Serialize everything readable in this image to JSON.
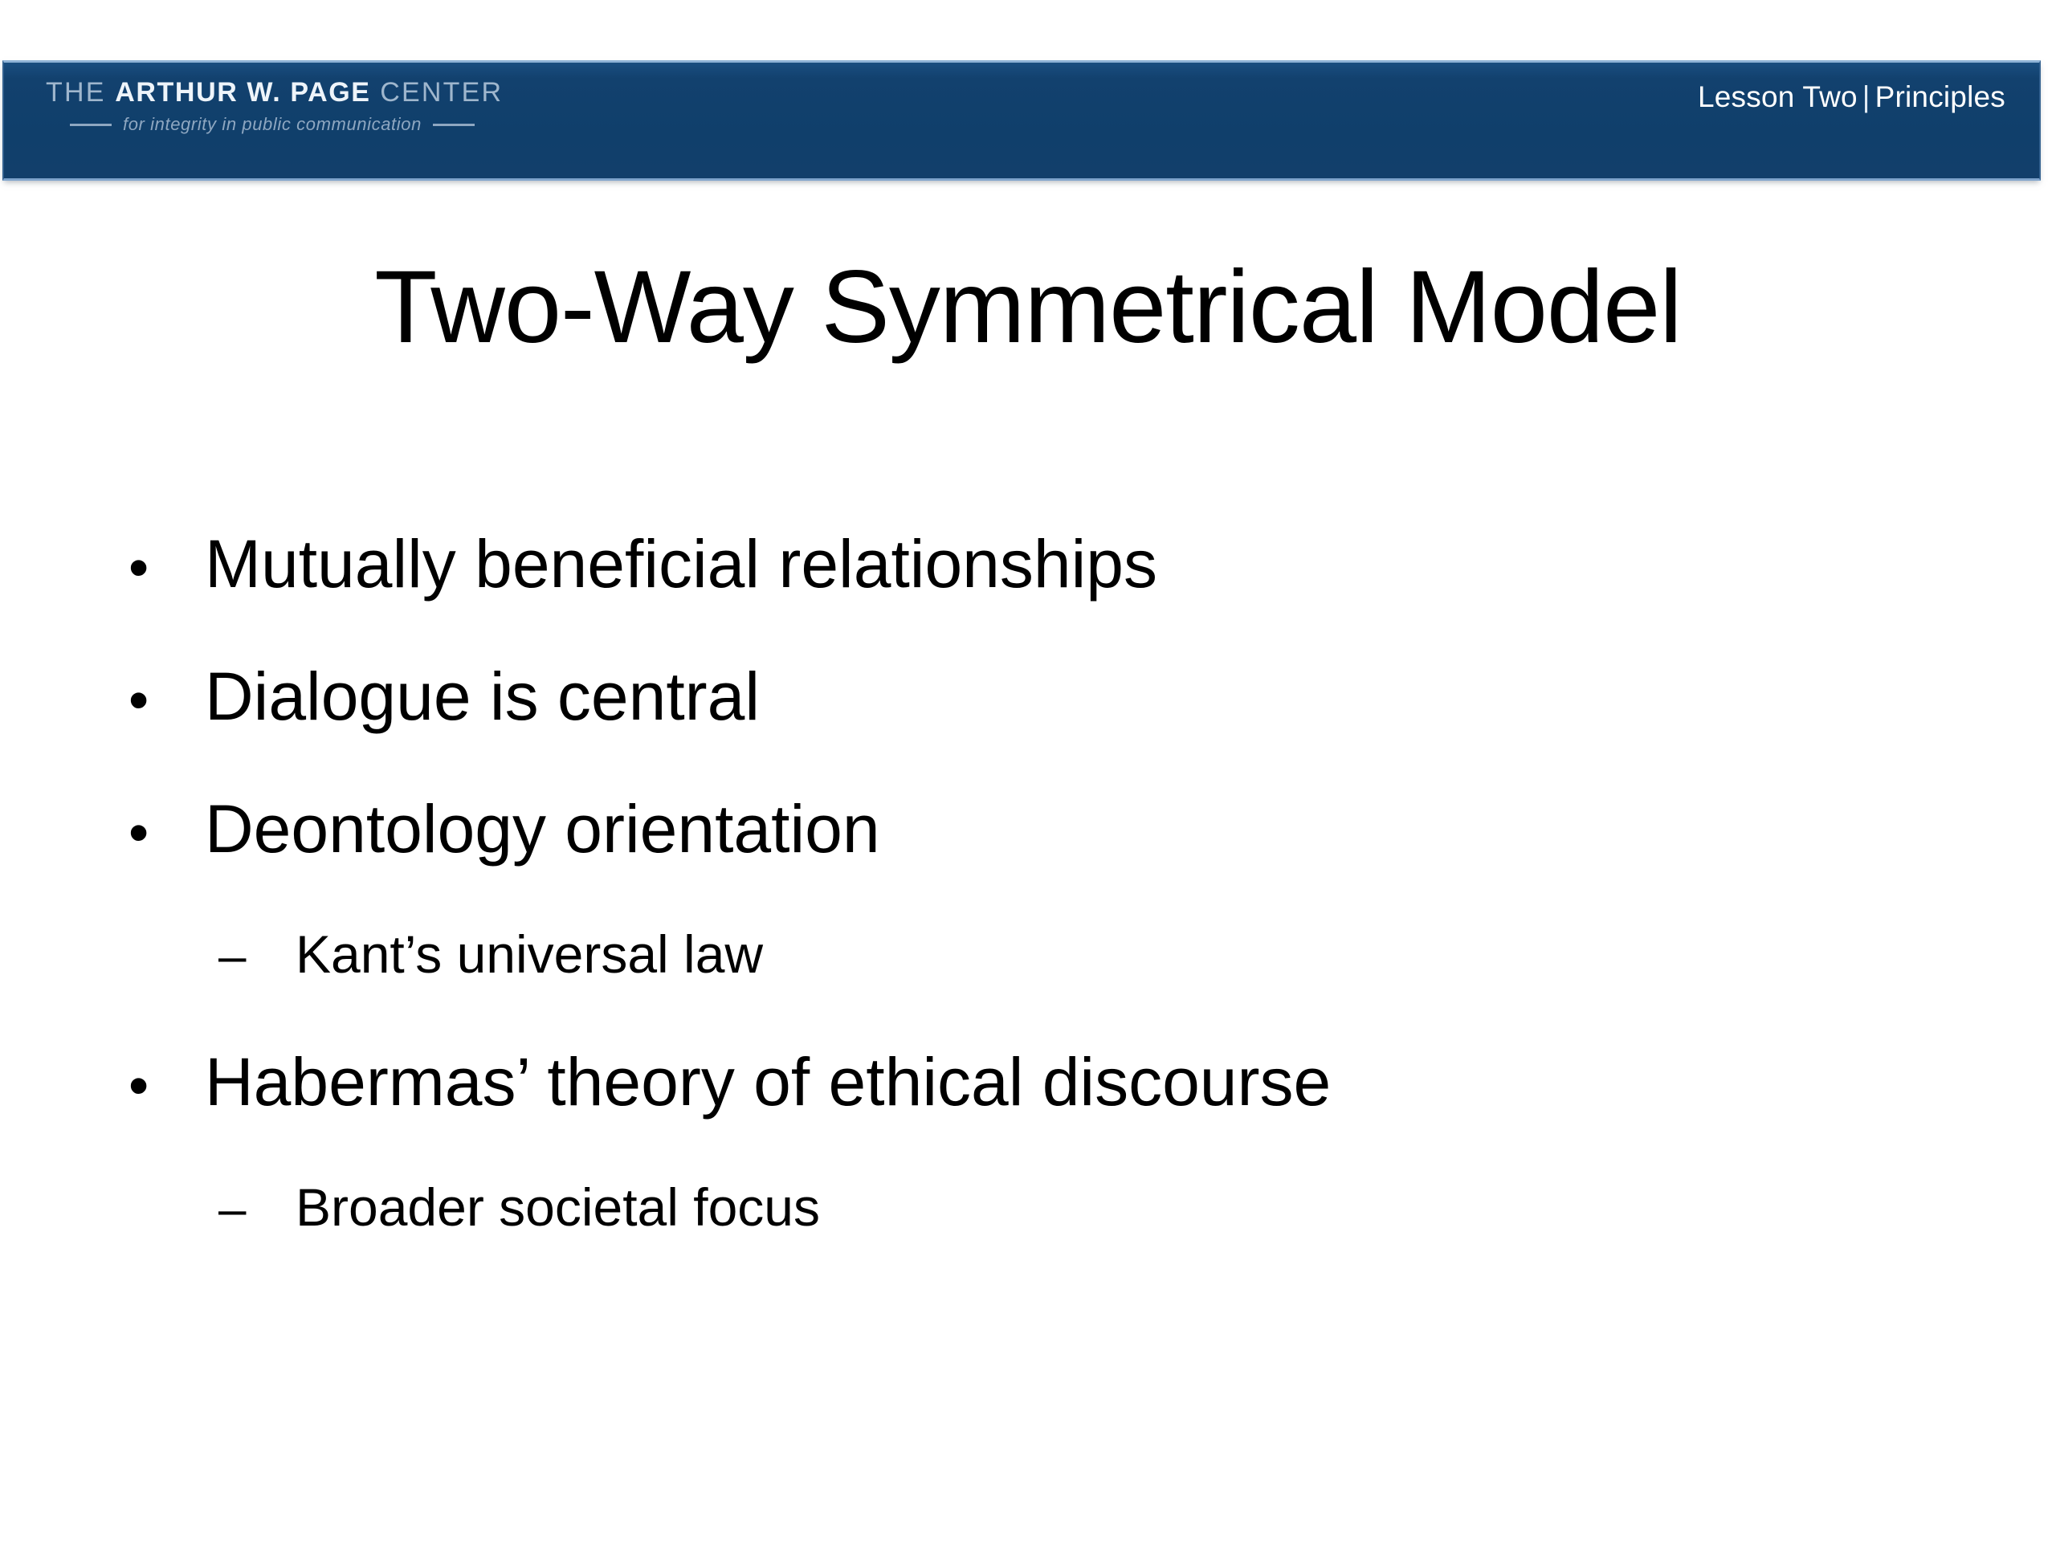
{
  "header": {
    "logo": {
      "line1_prefix": "THE ",
      "line1_emphasis": "ARTHUR W. PAGE",
      "line1_suffix": " CENTER",
      "tagline": "for integrity in public communication"
    },
    "lesson_label": "Lesson Two",
    "separator": "|",
    "section_label": "Principles",
    "band_color": "#103f6b",
    "band_highlight_color": "#8fb3d6"
  },
  "slide": {
    "title": "Two-Way Symmetrical Model",
    "bullets": [
      {
        "level": 1,
        "marker": "bullet-dot",
        "marker_glyph": "•",
        "text": "Mutually beneficial relationships"
      },
      {
        "level": 1,
        "marker": "bullet-dot",
        "marker_glyph": "•",
        "text": "Dialogue is central"
      },
      {
        "level": 1,
        "marker": "bullet-dot",
        "marker_glyph": "•",
        "text": "Deontology orientation"
      },
      {
        "level": 2,
        "marker": "bullet-dash",
        "marker_glyph": "–",
        "text": "Kant’s universal law"
      },
      {
        "level": 1,
        "marker": "bullet-dot",
        "marker_glyph": "•",
        "text": "Habermas’ theory of ethical discourse"
      },
      {
        "level": 2,
        "marker": "bullet-dash",
        "marker_glyph": "–",
        "text": "Broader societal focus"
      }
    ],
    "text_color": "#000000",
    "background_color": "#ffffff"
  }
}
